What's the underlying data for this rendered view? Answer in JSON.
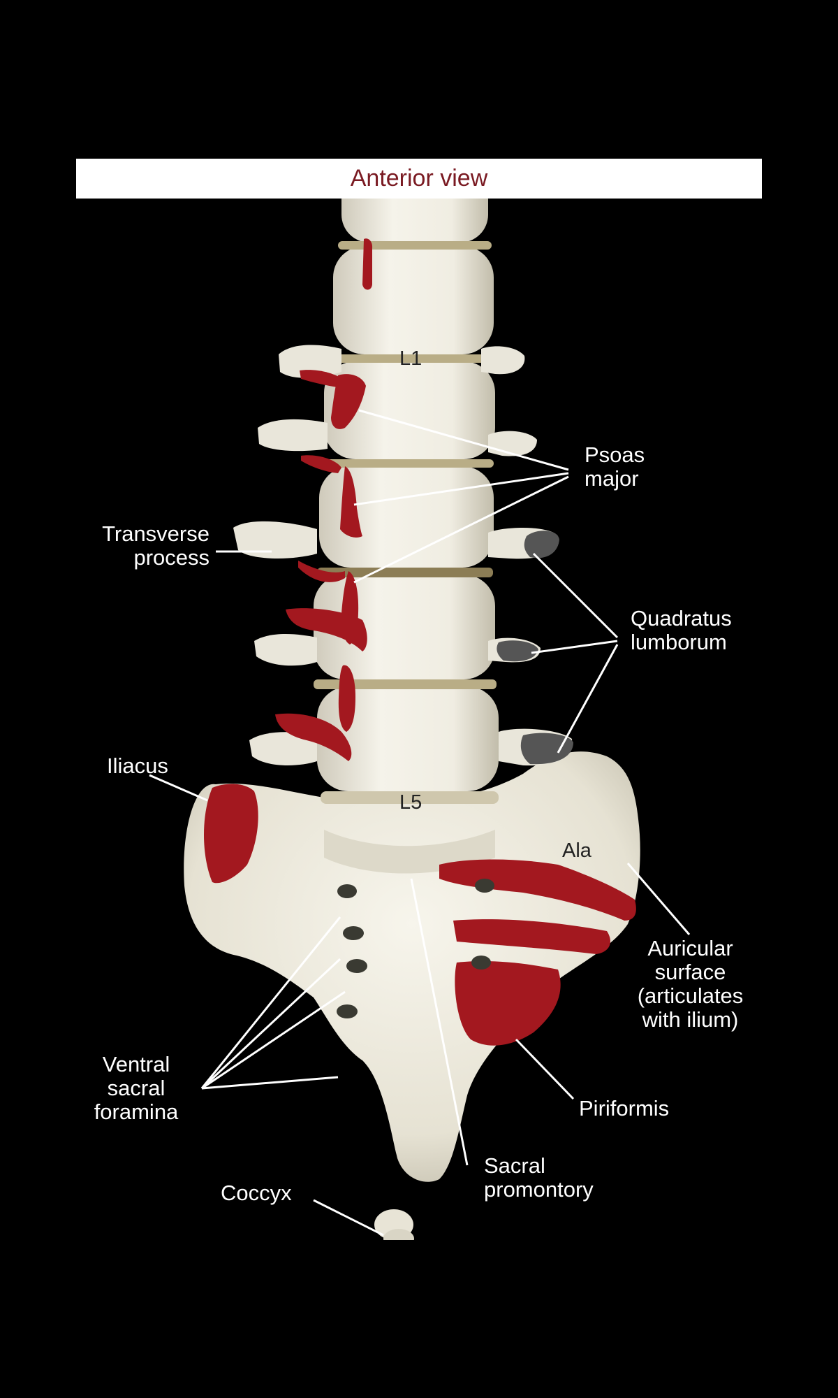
{
  "header": {
    "title": "Anterior view"
  },
  "vertebra_labels": {
    "top": "L1",
    "bottom": "L5"
  },
  "bone_labels": {
    "ala": "Ala"
  },
  "labels": {
    "psoas_major": "Psoas\nmajor",
    "transverse_process": "Transverse\nprocess",
    "quadratus_lumborum": "Quadratus\nlumborum",
    "iliacus": "Iliacus",
    "auricular_surface": "Auricular\nsurface\n(articulates\nwith ilium)",
    "ventral_sacral_foramina": "Ventral\nsacral\nforamina",
    "piriformis": "Piriformis",
    "coccyx": "Coccyx",
    "sacral_promontory": "Sacral\npromontory"
  },
  "colors": {
    "muscle_attachment": "#a3181f",
    "quadratus_attachment": "#555555",
    "bone": "#ece9dd",
    "title_text": "#7a1a22",
    "background": "#000000"
  }
}
